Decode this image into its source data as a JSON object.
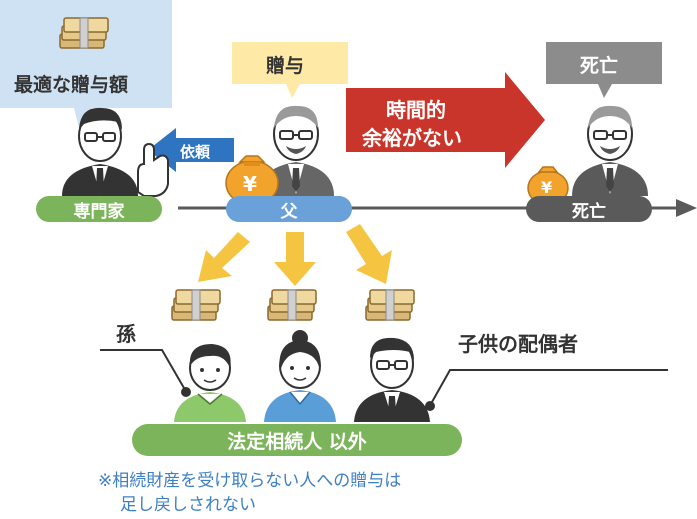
{
  "expert": {
    "bubble_text": "最適な贈与額",
    "label": "専門家"
  },
  "request_label": "依頼",
  "father": {
    "bubble_text": "贈与",
    "label": "父"
  },
  "no_time_arrow": {
    "line1": "時間的",
    "line2": "余裕がない"
  },
  "death": {
    "bubble_text": "死亡",
    "label": "死亡"
  },
  "recipients": {
    "grandchild_label": "孫",
    "spouse_label": "子供の配偶者",
    "group_label": "法定相続人 以外"
  },
  "note": {
    "line1": "※相続財産を受け取らない人への贈与は",
    "line2": "足し戻しされない"
  },
  "money_symbol": "¥",
  "colors": {
    "expert_bubble": "#cfe2f3",
    "gift_bubble": "#ffe9a6",
    "death_bubble": "#8c8c8c",
    "red_arrow": "#c9352a",
    "blue_arrow": "#2e74c0",
    "green_pill": "#7cb45c",
    "blue_pill": "#6aa1d8",
    "gray_pill": "#5a5a5a",
    "yellow_arrows": "#f5c542",
    "note_text": "#3d7fc4"
  }
}
